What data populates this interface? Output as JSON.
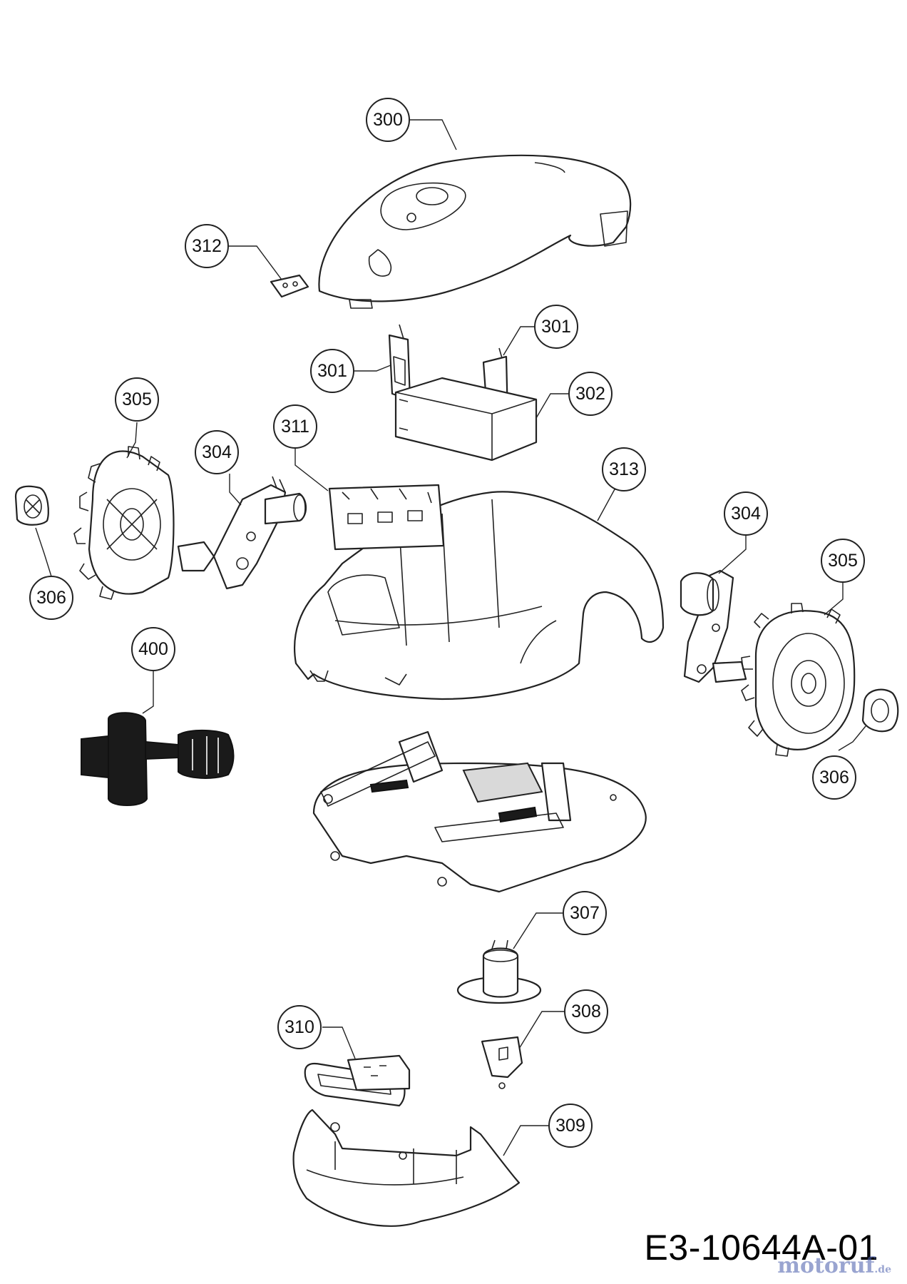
{
  "callouts": [
    {
      "id": "c300",
      "label": "300"
    },
    {
      "id": "c312",
      "label": "312"
    },
    {
      "id": "c301a",
      "label": "301"
    },
    {
      "id": "c301b",
      "label": "301"
    },
    {
      "id": "c302",
      "label": "302"
    },
    {
      "id": "c305a",
      "label": "305"
    },
    {
      "id": "c304a",
      "label": "304"
    },
    {
      "id": "c311",
      "label": "311"
    },
    {
      "id": "c313",
      "label": "313"
    },
    {
      "id": "c304b",
      "label": "304"
    },
    {
      "id": "c305b",
      "label": "305"
    },
    {
      "id": "c306a",
      "label": "306"
    },
    {
      "id": "c400",
      "label": "400"
    },
    {
      "id": "c306b",
      "label": "306"
    },
    {
      "id": "c307",
      "label": "307"
    },
    {
      "id": "c308",
      "label": "308"
    },
    {
      "id": "c310",
      "label": "310"
    },
    {
      "id": "c309",
      "label": "309"
    }
  ],
  "diagram_code": "E3-10644A-01",
  "watermark": {
    "main": "motoruf",
    "suffix": ".de"
  }
}
